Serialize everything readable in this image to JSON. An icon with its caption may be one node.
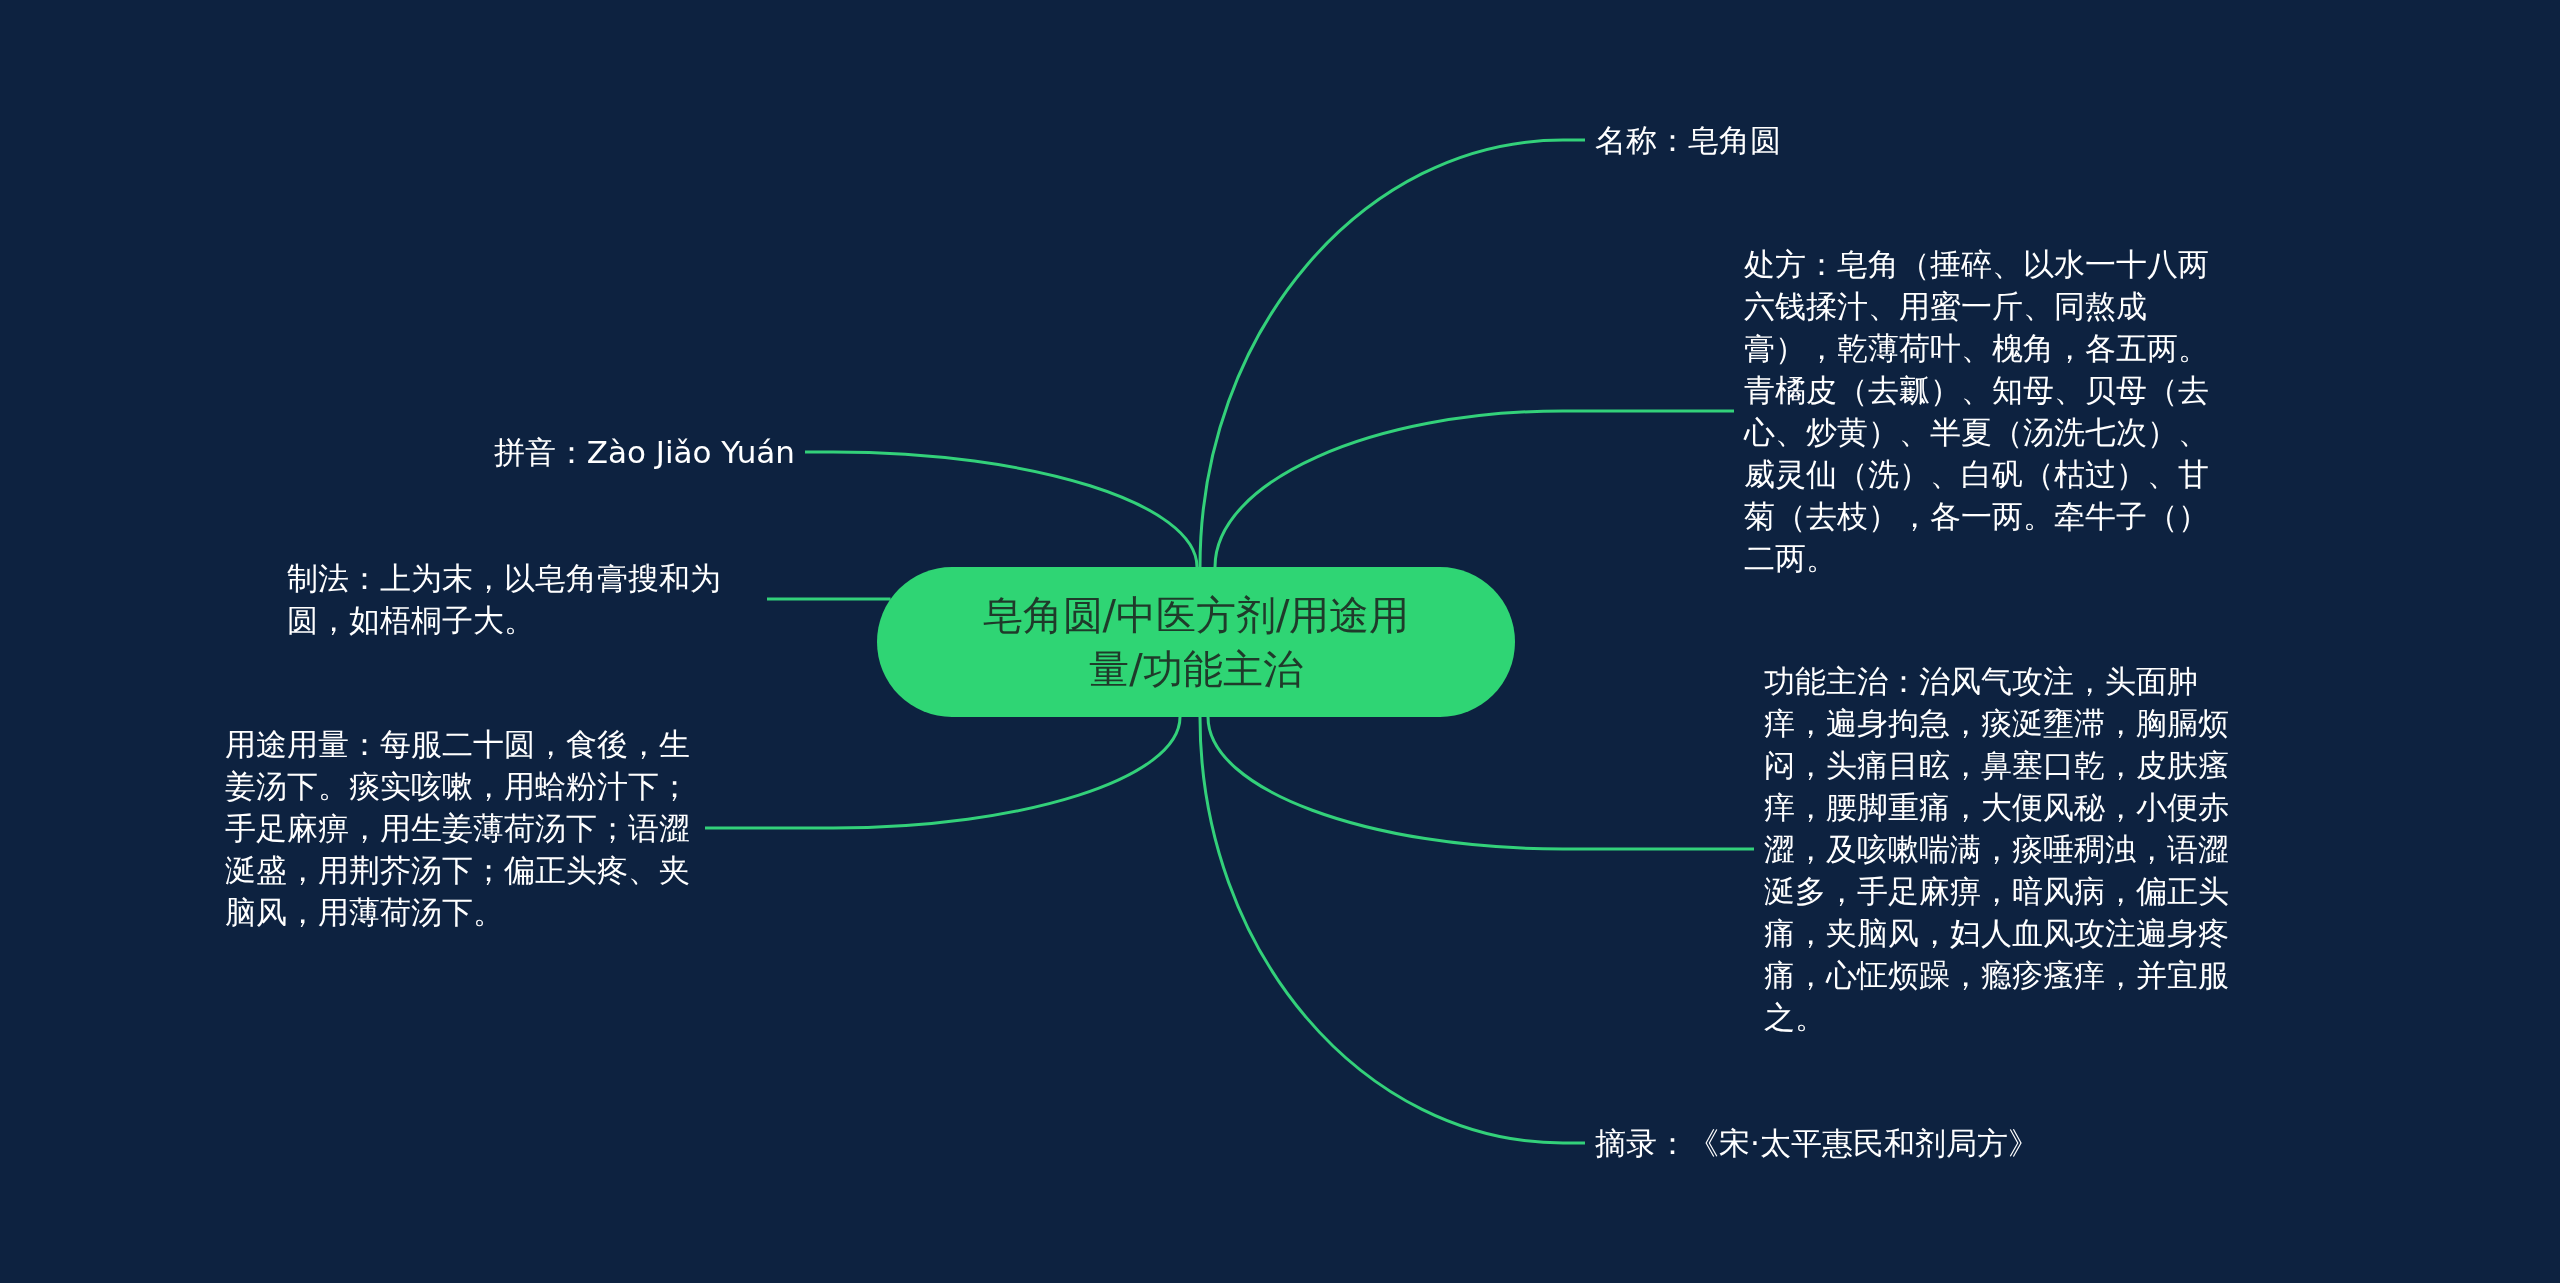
{
  "diagram": {
    "nodes": [
      {
        "text": [
          "皂角圆/中医方剂/用途用量/功能主治"
        ]
      },
      {
        "text": [
          "名称：皂角圆"
        ]
      },
      {
        "text": [
          "处方：皂角（捶碎、以水一十八两六钱揉汁、用蜜一斤、同熬成膏），乾薄荷叶、槐角，各五两。青橘皮（去瓤）、知母、贝母（去心、炒黄）、半夏（汤洗七次）、威灵仙（洗）、白矾（枯过）、甘菊（去枝），各一两。牵牛子（）二两。"
        ]
      },
      {
        "text": [
          "功能主治：治风气攻注，头面肿痒，遍身拘急，痰涎壅滞，胸膈烦闷，头痛目眩，鼻塞口乾，皮肤瘙痒，腰脚重痛，大便风秘，小便赤澀，及咳嗽喘满，痰唾稠浊，语澀涎多，手足麻痹，暗风病，偏正头痛，夹脑风，妇人血风攻注遍身疼痛，心怔烦躁，瘾疹瘙痒，并宜服之。"
        ]
      },
      {
        "text": [
          "摘录：《宋·太平惠民和剂局方》"
        ]
      },
      {
        "text": [
          "拼音：Zào Jiǎo Yuán"
        ]
      },
      {
        "text": [
          "制法：上为末，以皂角膏搜和为圆，如梧桐子大。"
        ]
      },
      {
        "text": [
          "用途用量：每服二十圆，食後，生姜汤下。痰实咳嗽，用蛤粉汁下；手足麻痹，用生姜薄荷汤下；语澀涎盛，用荆芥汤下；偏正头疼、夹脑风，用薄荷汤下。"
        ]
      }
    ],
    "edges": [
      {
        "from": 0,
        "to": 1,
        "arrow": "none"
      },
      {
        "from": 0,
        "to": 2,
        "arrow": "none"
      },
      {
        "from": 0,
        "to": 3,
        "arrow": "none"
      },
      {
        "from": 0,
        "to": 4,
        "arrow": "none"
      },
      {
        "from": 0,
        "to": 5,
        "arrow": "none"
      },
      {
        "from": 0,
        "to": 6,
        "arrow": "none"
      },
      {
        "from": 0,
        "to": 7,
        "arrow": "none"
      }
    ]
  }
}
